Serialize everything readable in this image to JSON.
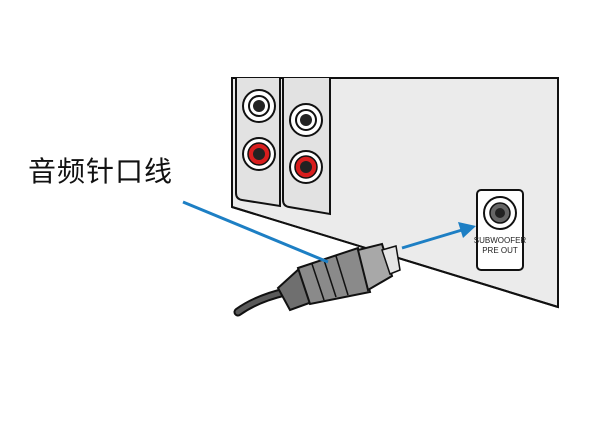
{
  "callout_label": "音频针口线",
  "jack": {
    "line1": "SUBWOOFER",
    "line2": "PRE OUT"
  },
  "colors": {
    "panel_fill": "#ebebeb",
    "outline": "#111111",
    "callout_line": "#1d7fc4",
    "arrow": "#1d7fc4",
    "red_ring": "#d81e1e",
    "plug_body": "#8a8a8a"
  }
}
